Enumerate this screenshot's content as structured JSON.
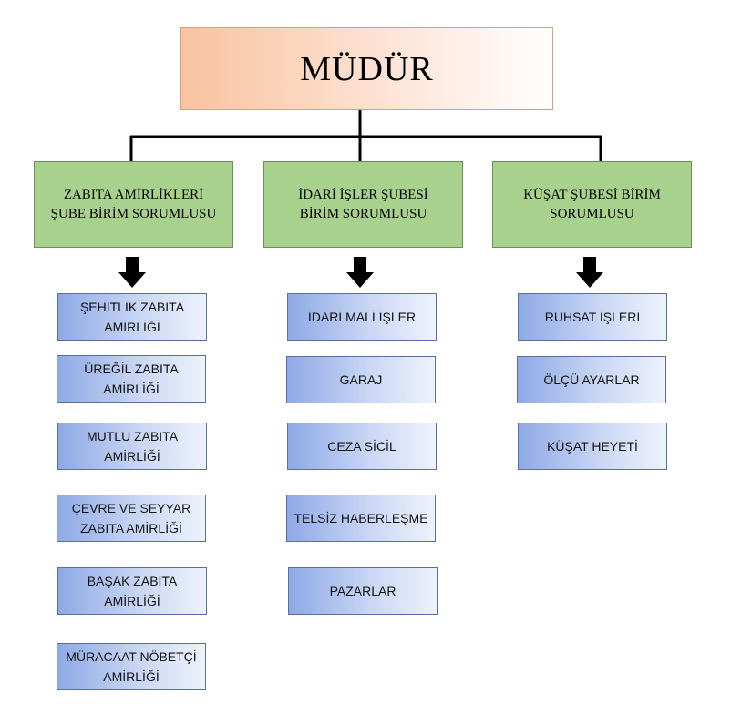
{
  "director": {
    "label": "MÜDÜR"
  },
  "departments": [
    {
      "label": "ZABITA AMİRLİKLERİ ŞUBE BİRİM SORUMLUSU",
      "units": [
        "ŞEHİTLİK ZABITA AMİRLİĞİ",
        "ÜREĞİL ZABITA AMİRLİĞİ",
        "MUTLU ZABITA AMİRLİĞİ",
        "ÇEVRE VE SEYYAR ZABITA AMİRLİĞİ",
        "BAŞAK ZABITA AMİRLİĞİ",
        "MÜRACAAT NÖBETÇİ AMİRLİĞİ"
      ]
    },
    {
      "label": "İDARİ İŞLER ŞUBESİ BİRİM SORUMLUSU",
      "units": [
        "İDARİ MALİ İŞLER",
        "GARAJ",
        "CEZA SİCİL",
        "TELSİZ HABERLEŞME",
        "PAZARLAR"
      ]
    },
    {
      "label": "KÜŞAT ŞUBESİ BİRİM SORUMLUSU",
      "units": [
        "RUHSAT İŞLERİ",
        "ÖLÇÜ AYARLAR",
        "KÜŞAT HEYETİ"
      ]
    }
  ],
  "colors": {
    "director_fill": "#f9c3a0",
    "department_fill": "#a9d18e",
    "unit_fill": "#8ea9e6",
    "connector": "#000000"
  }
}
